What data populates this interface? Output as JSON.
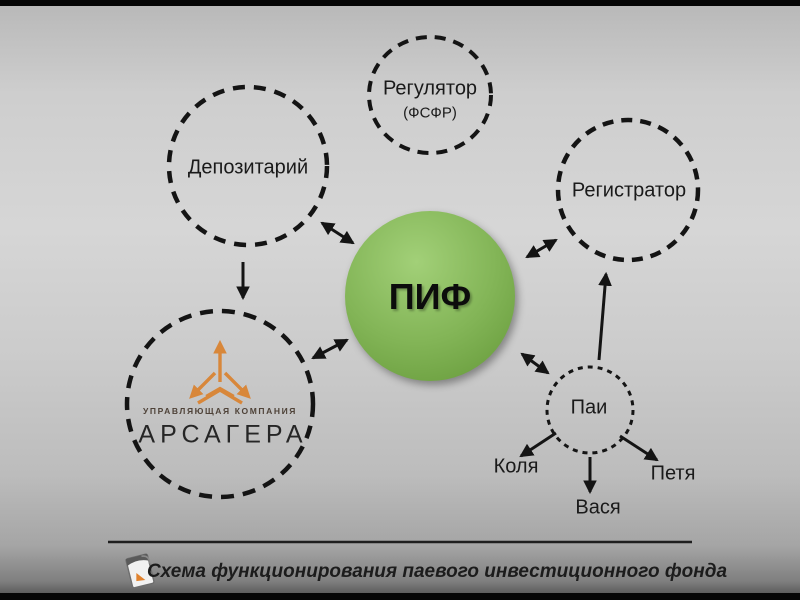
{
  "caption": "Схема функционирования паевого инвестиционного фонда",
  "nodes": {
    "regulator": {
      "title": "Регулятор",
      "subtitle": "(ФСФР)"
    },
    "depositary": {
      "label": "Депозитарий"
    },
    "registrar": {
      "label": "Регистратор"
    },
    "fund": {
      "label": "ПИФ"
    },
    "management_company": {
      "small_label": "УПРАВЛЯЮЩАЯ КОМПАНИЯ",
      "name": "АРСАГЕРА"
    },
    "units": {
      "label": "Паи"
    },
    "holders": {
      "holder1": "Коля",
      "holder2": "Вася",
      "holder3": "Петя"
    }
  },
  "colors": {
    "fund_green_light": "#9bca6f",
    "fund_green_dark": "#6b9f3e",
    "line_black": "#141414",
    "logo_orange": "#d8873a",
    "background_gray": "#cccccc"
  }
}
